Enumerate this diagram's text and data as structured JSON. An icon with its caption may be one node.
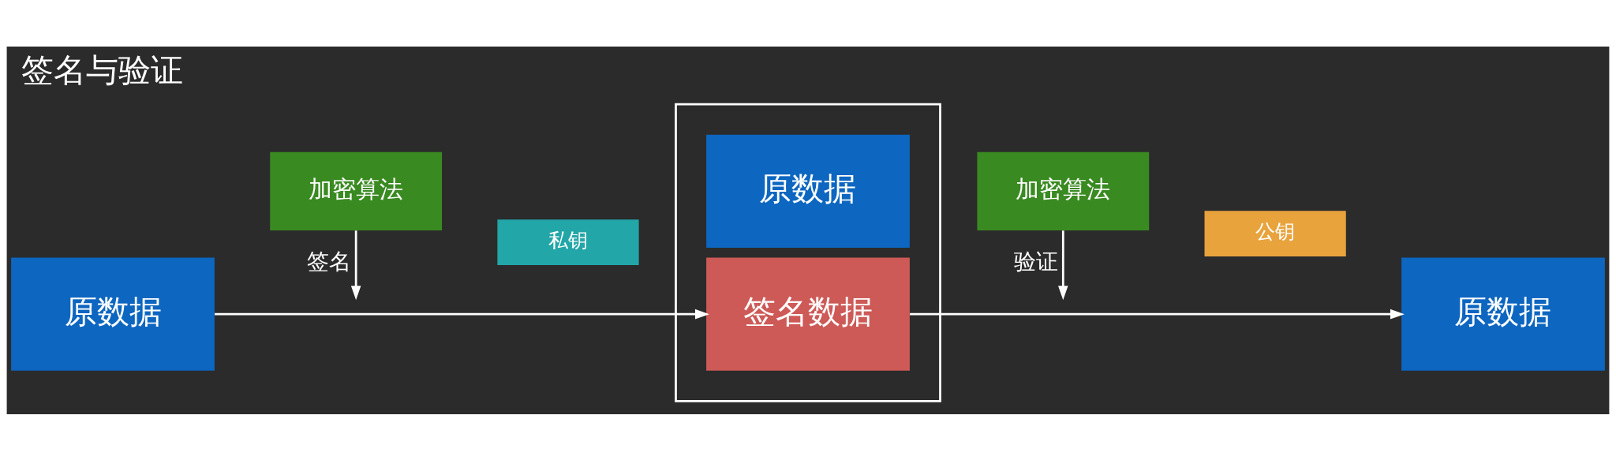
{
  "diagram": {
    "title": "签名与验证",
    "nodes": [
      {
        "text": [
          "原数据"
        ]
      },
      {
        "text": [
          "加密算法"
        ]
      },
      {
        "text": [
          "私钥"
        ]
      },
      {
        "text": [],
        "shape": "box"
      },
      {
        "text": [
          "原数据"
        ],
        "in": 3
      },
      {
        "text": [
          "签名数据"
        ],
        "in": 3
      },
      {
        "text": [
          "加密算法"
        ]
      },
      {
        "text": [
          "公钥"
        ]
      },
      {
        "text": [
          "原数据"
        ]
      }
    ],
    "edges": [
      {
        "from": 0,
        "to": 5,
        "arrow": "to"
      },
      {
        "from": 1,
        "to": null,
        "arrow": "to",
        "label": "签名"
      },
      {
        "from": 5,
        "to": 8,
        "arrow": "to"
      },
      {
        "from": 6,
        "to": null,
        "arrow": "to",
        "label": "验证"
      }
    ]
  }
}
